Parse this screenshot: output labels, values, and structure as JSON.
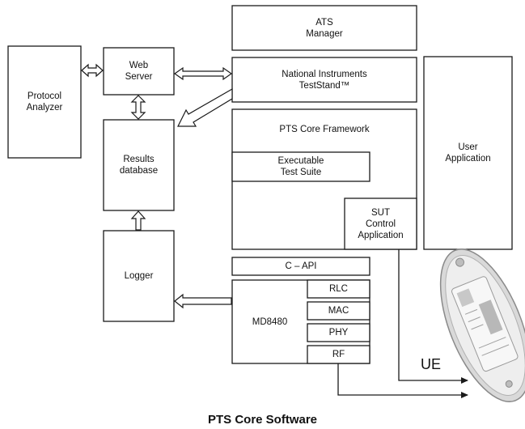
{
  "boxes": {
    "ats_manager": "ATS\nManager",
    "national_instruments": "National Instruments\nTestStand™",
    "web_server": "Web\nServer",
    "protocol_analyzer": "Protocol\nAnalyzer",
    "results_database": "Results\ndatabase",
    "logger": "Logger",
    "pts_core_framework": "PTS Core Framework",
    "executable_test_suite": "Executable\nTest Suite",
    "sut_control_application": "SUT\nControl\nApplication",
    "user_application": "User\nApplication",
    "c_api": "C – API",
    "md8480": "MD8480",
    "rlc": "RLC",
    "mac": "MAC",
    "phy": "PHY",
    "rf": "RF"
  },
  "ue_label": "UE",
  "caption": "PTS Core Software"
}
